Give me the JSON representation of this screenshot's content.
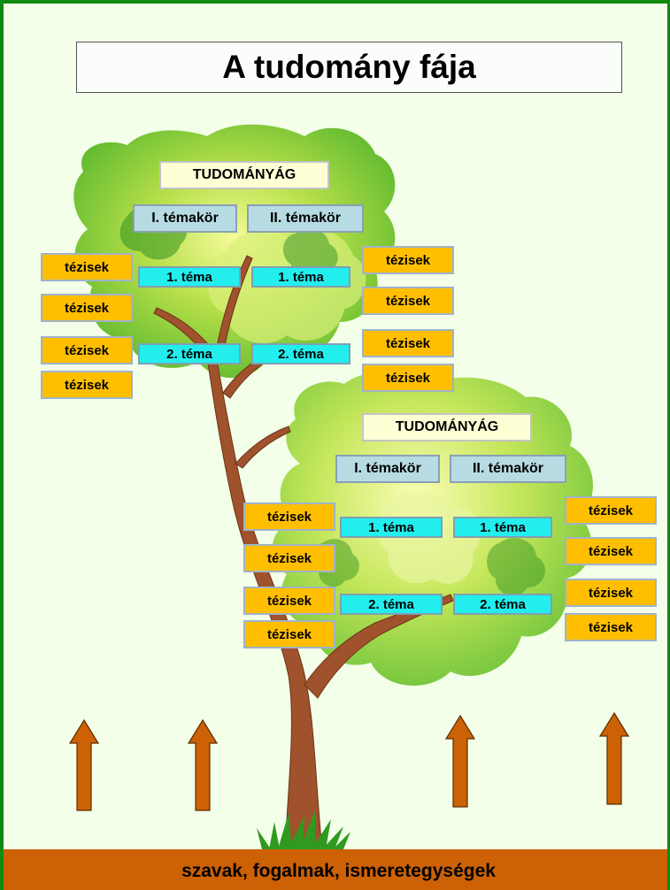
{
  "title": "A tudomány fája",
  "tree1": {
    "field": "TUDOMÁNYÁG",
    "topics": [
      "I. témakör",
      "II. témakör"
    ],
    "themes": [
      "1. téma",
      "1. téma",
      "2. téma",
      "2. téma"
    ],
    "theses": [
      "tézisek",
      "tézisek",
      "tézisek",
      "tézisek",
      "tézisek",
      "tézisek",
      "tézisek",
      "tézisek"
    ]
  },
  "tree2": {
    "field": "TUDOMÁNYÁG",
    "topics": [
      "I. témakör",
      "II. témakör"
    ],
    "themes": [
      "1. téma",
      "1. téma",
      "2. téma",
      "2. téma"
    ],
    "theses": [
      "tézisek",
      "tézisek",
      "tézisek",
      "tézisek",
      "tézisek",
      "tézisek",
      "tézisek",
      "tézisek"
    ]
  },
  "footer": "szavak, fogalmak, ismeretegységek",
  "colors": {
    "border": "#118a11",
    "background": "#f3ffe9",
    "thesis": "#ffbf00",
    "theme": "#22eeee",
    "topic": "#b7dbe3",
    "field": "#ffffd6",
    "footer_bar": "#cc6105",
    "arrow": "#cc6105",
    "trunk": "#a0522d"
  }
}
